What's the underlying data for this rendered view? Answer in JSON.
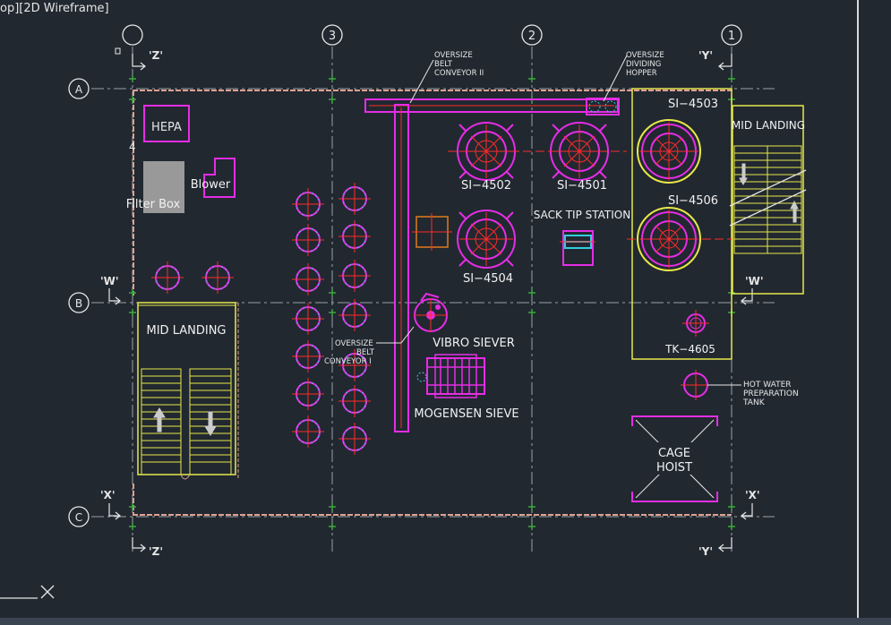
{
  "viewport": {
    "label": "op][2D Wireframe]"
  },
  "grid": {
    "columns": [
      "3",
      "2",
      "1"
    ],
    "rows": [
      "A",
      "B",
      "C"
    ],
    "markers": [
      "'Z'",
      "'Y'",
      "'W'",
      "'W'",
      "'X'",
      "'X'",
      "'Z'",
      "'Y'"
    ]
  },
  "labels": {
    "hepa": "HEPA",
    "four": "4",
    "blower": "Blower",
    "filter_box": "Filter  Box",
    "mid_landing_left": "MID  LANDING",
    "mid_landing_right": "MID  LANDING",
    "conveyor2": [
      "OVERSIZE",
      "BELT",
      "CONVEYOR  II"
    ],
    "hopper": [
      "OVERSIZE",
      "DIVIDING",
      "HOPPER"
    ],
    "si4503": "SI−4503",
    "si4506": "SI−4506",
    "si4502": "SI−4502",
    "si4501": "SI−4501",
    "si4504": "SI−4504",
    "sack_tip": "SACK  TIP  STATION",
    "vibro": "VIBRO  SIEVER",
    "conveyor1": [
      "OVERSIZE",
      "BELT",
      "CONVEYOR  I"
    ],
    "mogensen": "MOGENSEN  SIEVE",
    "tk4605": "TK−4605",
    "hot_water": [
      "HOT  WATER",
      "PREPARATION",
      "TANK"
    ],
    "cage": [
      "CAGE",
      "HOIST"
    ]
  },
  "colors": {
    "background": "#212830",
    "grid_line": "#9aa0a6",
    "magenta": "#e52de5",
    "red": "#ff2a2a",
    "yellow": "#e8e84a",
    "wall": "#e0a090",
    "cyan": "#33ccdd",
    "orange": "#e07a1a",
    "green": "#3ea83e"
  }
}
